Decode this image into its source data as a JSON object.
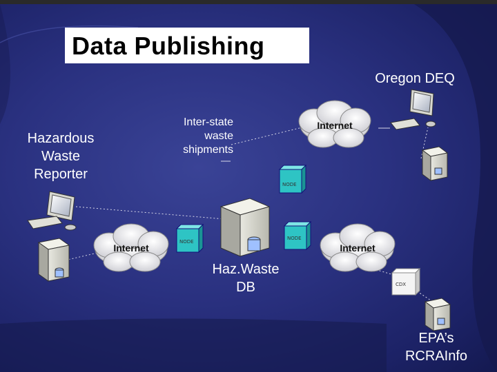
{
  "slide": {
    "title": "Data Publishing"
  },
  "labels": {
    "hazardous_waste_reporter": [
      "Hazardous",
      "Waste",
      "Reporter"
    ],
    "oregon_deq": "Oregon DEQ",
    "inter_state_shipments": [
      "Inter-state",
      "waste",
      "shipments"
    ],
    "hazwaste_db": [
      "Haz.Waste",
      "DB"
    ],
    "epa_rcrainfo": [
      "EPA’s",
      "RCRAInfo"
    ]
  },
  "clouds": {
    "top": "Internet",
    "left": "Internet",
    "right": "Internet"
  },
  "nodes": {
    "top": "NODE",
    "left": "NODE",
    "right": "NODE",
    "cdx": "CDX"
  },
  "colors": {
    "background": "#2a3180",
    "title_box": "#ffffff",
    "node_cube": "#2ec4c4",
    "line": "#dddddd"
  }
}
